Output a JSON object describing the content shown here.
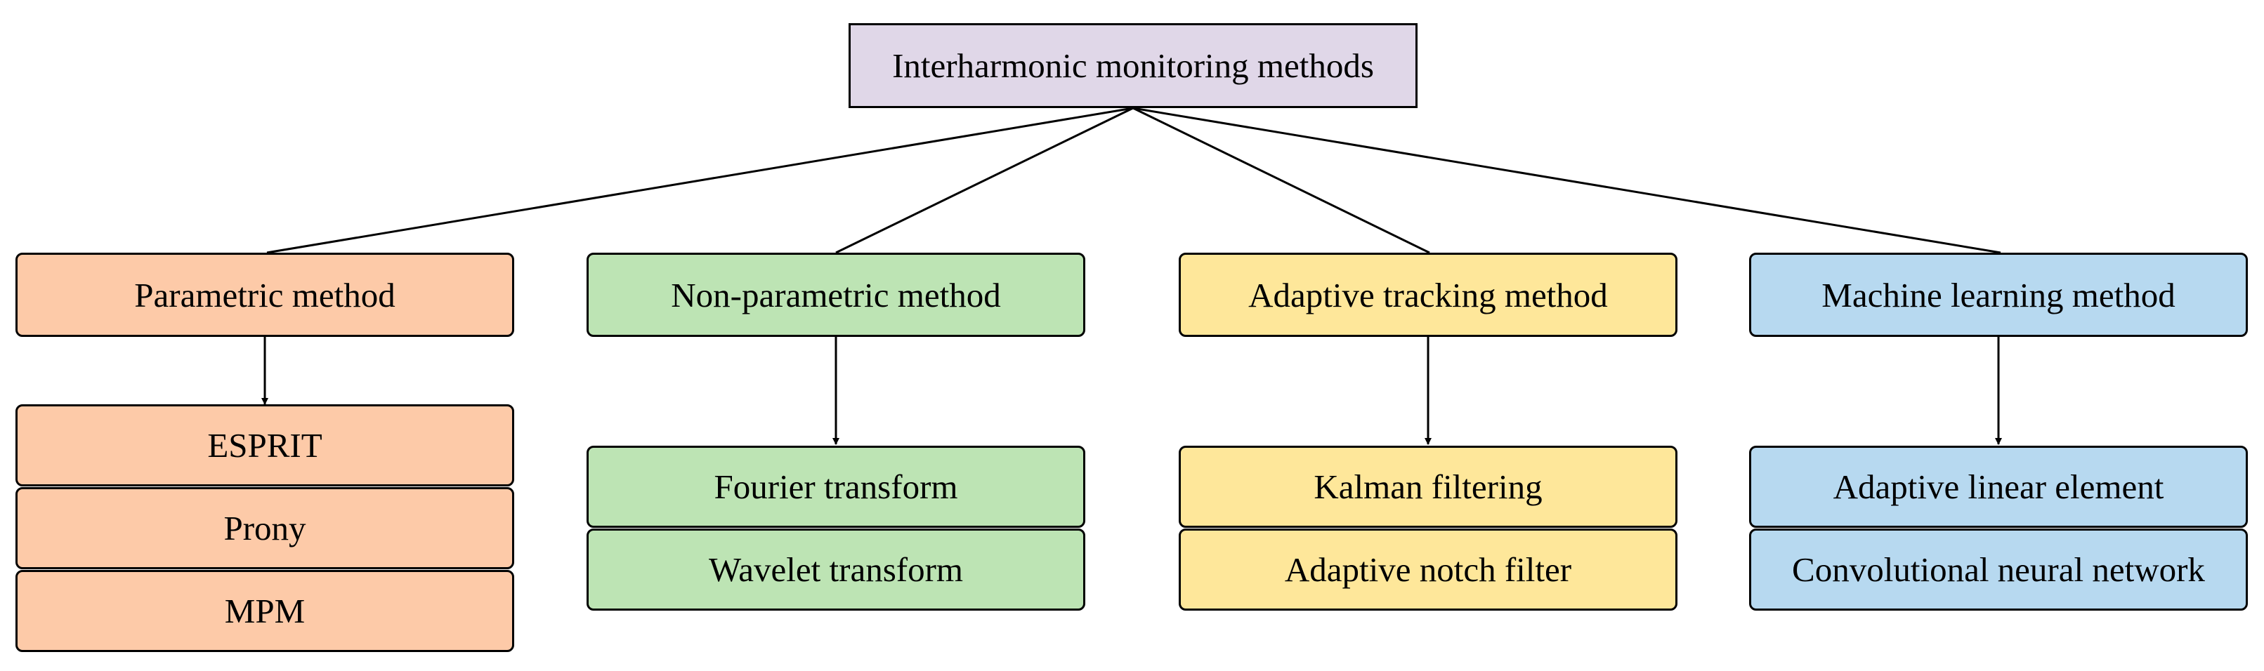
{
  "root": {
    "label": "Interharmonic monitoring methods"
  },
  "categories": [
    {
      "label": "Parametric method",
      "color": "#fdcaa8",
      "methods": [
        "ESPRIT",
        "Prony",
        "MPM"
      ]
    },
    {
      "label": "Non-parametric method",
      "color": "#bde4b4",
      "methods": [
        "Fourier transform",
        "Wavelet transform"
      ]
    },
    {
      "label": "Adaptive tracking method",
      "color": "#fee79a",
      "methods": [
        "Kalman filtering",
        "Adaptive notch filter"
      ]
    },
    {
      "label": "Machine learning method",
      "color": "#b7d9f0",
      "methods": [
        "Adaptive linear element",
        "Convolutional neural network"
      ]
    }
  ],
  "colors": {
    "root": "#e0d7e8",
    "border": "#000000"
  }
}
